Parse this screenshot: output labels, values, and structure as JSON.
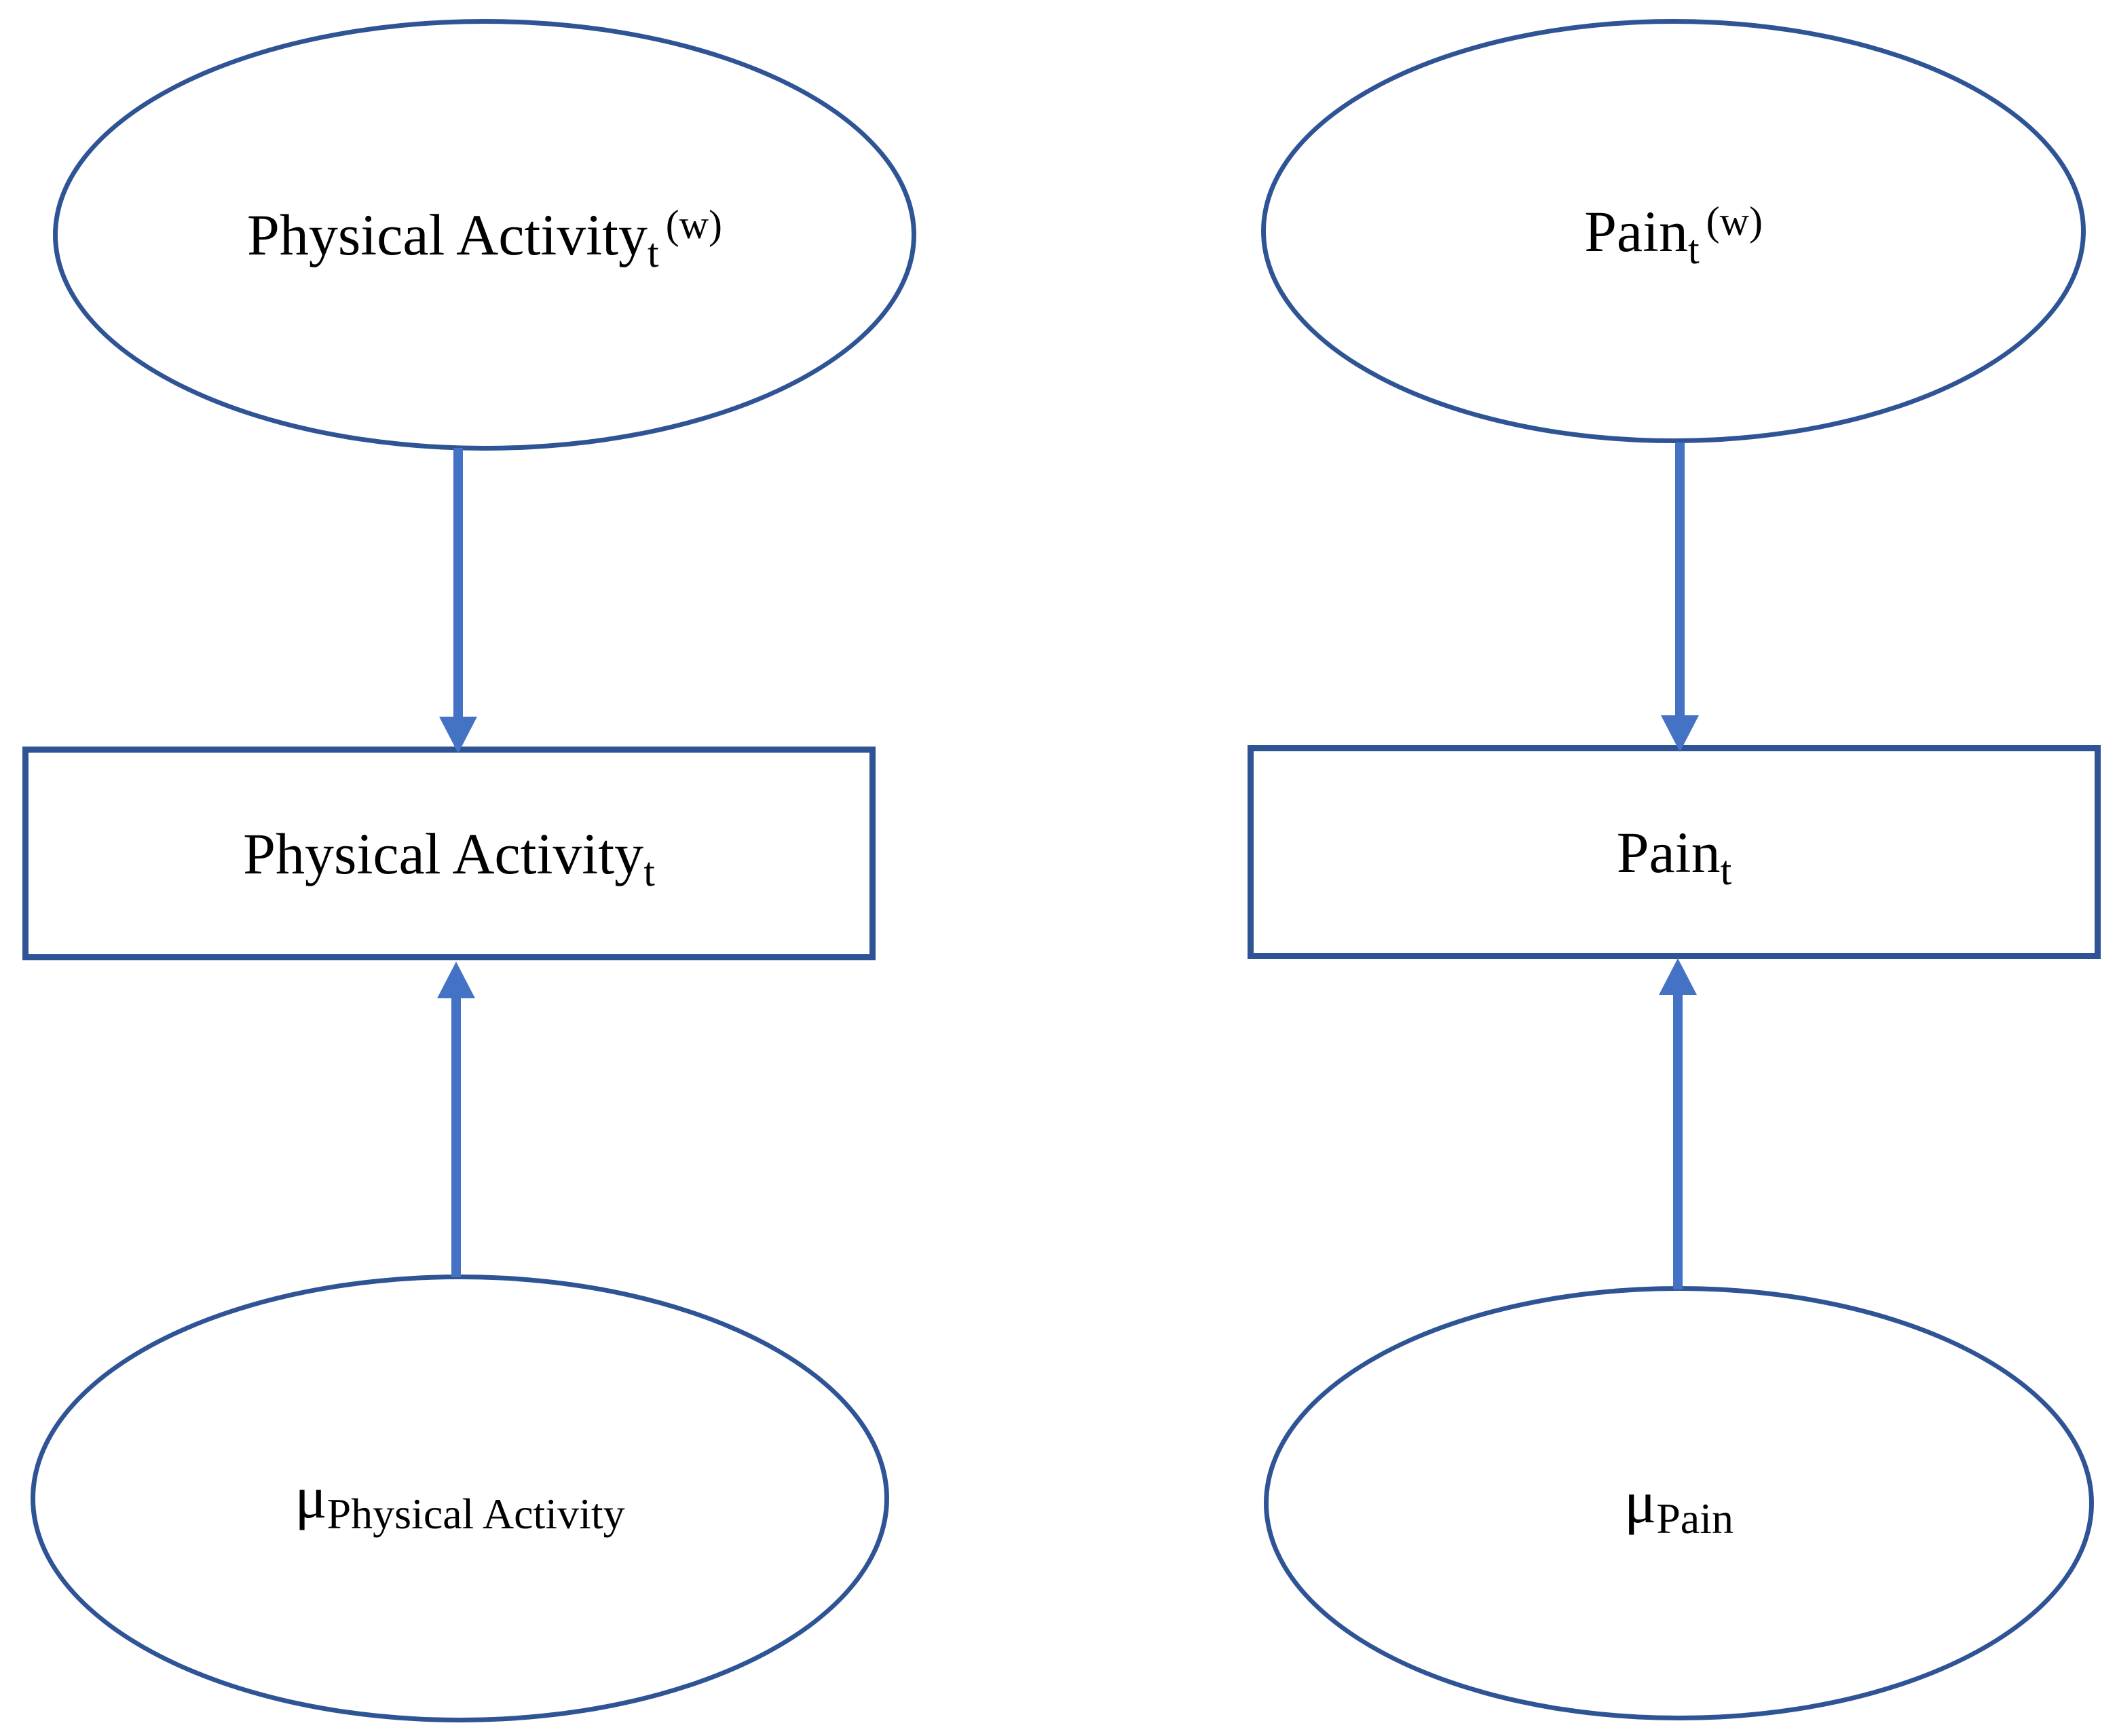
{
  "diagram": {
    "description": "Latent-variable model diagram linking weekly latent states and means to observed measures",
    "colors": {
      "background": "#FFFFFF",
      "shape_border": "#2F5496",
      "arrow_fill": "#4472C4",
      "text": "#000000"
    },
    "nodes": {
      "pa_latent": {
        "shape": "ellipse",
        "base": "Physical Activity",
        "subscript": "t",
        "superscript": "(w)"
      },
      "pain_latent": {
        "shape": "ellipse",
        "base": "Pain",
        "subscript": "t",
        "superscript": "(w)"
      },
      "pa_observed": {
        "shape": "rectangle",
        "base": "Physical Activity",
        "subscript": "t"
      },
      "pain_observed": {
        "shape": "rectangle",
        "base": "Pain",
        "subscript": "t"
      },
      "pa_mean": {
        "shape": "ellipse",
        "base": "μ",
        "subscript": "Physical Activity"
      },
      "pain_mean": {
        "shape": "ellipse",
        "base": "μ",
        "subscript": "Pain"
      }
    },
    "edges": [
      {
        "from": "pa_latent",
        "to": "pa_observed",
        "direction": "down"
      },
      {
        "from": "pain_latent",
        "to": "pain_observed",
        "direction": "down"
      },
      {
        "from": "pa_mean",
        "to": "pa_observed",
        "direction": "up"
      },
      {
        "from": "pain_mean",
        "to": "pain_observed",
        "direction": "up"
      }
    ]
  }
}
